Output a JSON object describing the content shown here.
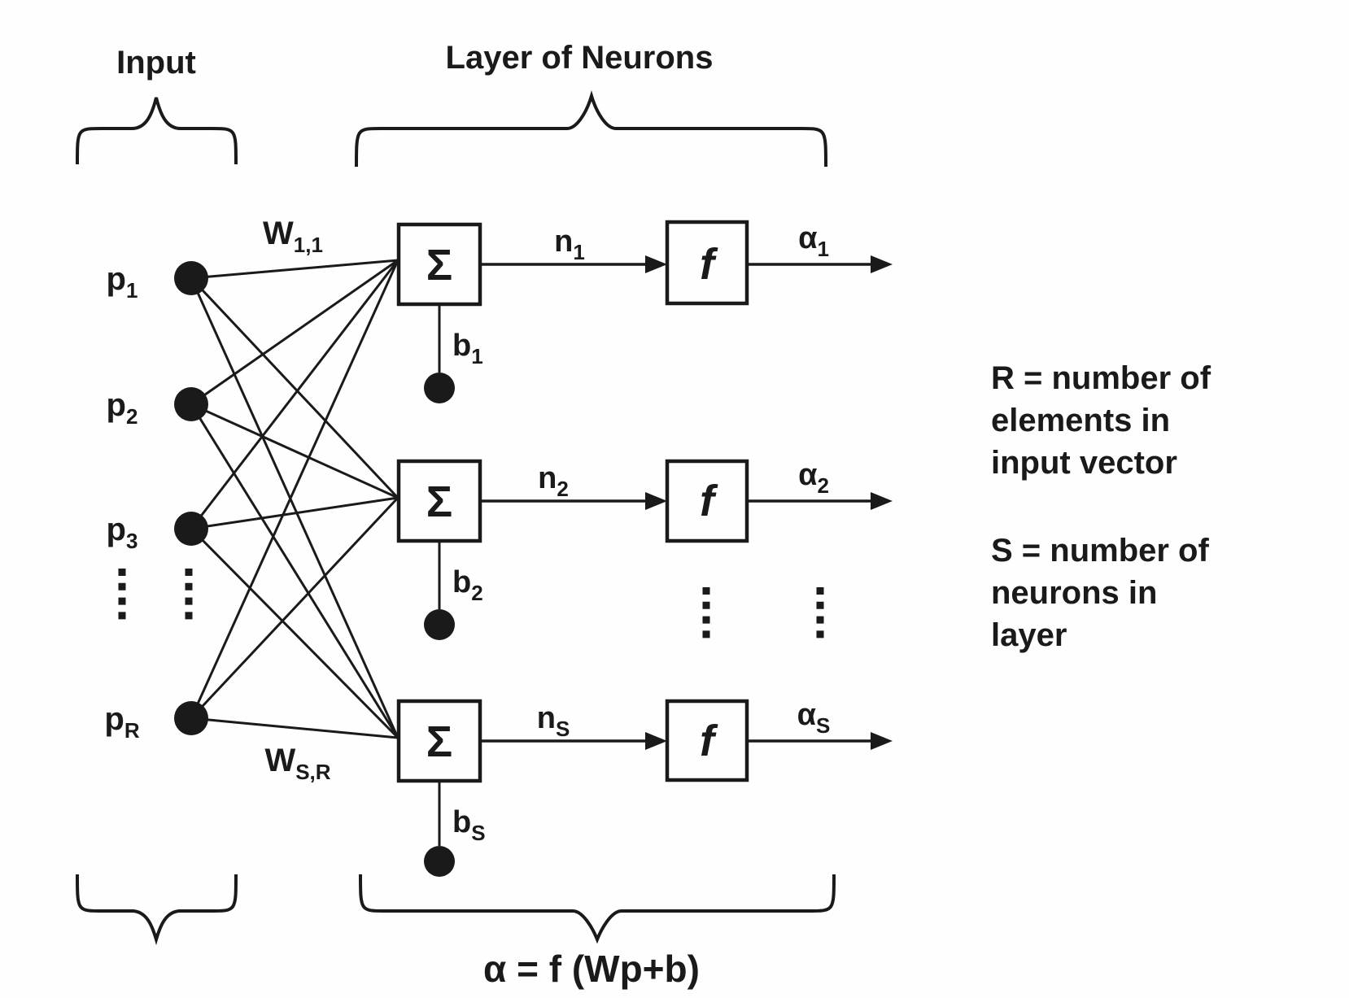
{
  "diagram": {
    "input_title": "Input",
    "layer_title": "Layer of Neurons",
    "formula": "α = f (Wp+b)",
    "weight_top": {
      "base": "W",
      "sub": "1,1"
    },
    "weight_bottom": {
      "base": "W",
      "sub": "S,R"
    },
    "inputs": [
      {
        "base": "p",
        "sub": "1"
      },
      {
        "base": "p",
        "sub": "2"
      },
      {
        "base": "p",
        "sub": "3"
      },
      {
        "base": "p",
        "sub": "R"
      }
    ],
    "neurons": [
      {
        "sum": "Σ",
        "tf": "f",
        "net": {
          "base": "n",
          "sub": "1"
        },
        "out": {
          "base": "α",
          "sub": "1"
        },
        "bias": {
          "base": "b",
          "sub": "1"
        }
      },
      {
        "sum": "Σ",
        "tf": "f",
        "net": {
          "base": "n",
          "sub": "2"
        },
        "out": {
          "base": "α",
          "sub": "2"
        },
        "bias": {
          "base": "b",
          "sub": "2"
        }
      },
      {
        "sum": "Σ",
        "tf": "f",
        "net": {
          "base": "n",
          "sub": "S"
        },
        "out": {
          "base": "α",
          "sub": "S"
        },
        "bias": {
          "base": "b",
          "sub": "S"
        }
      }
    ],
    "legend": {
      "r": [
        "R = number of",
        "elements in",
        "input vector"
      ],
      "s": [
        "S = number of",
        "neurons in",
        "layer"
      ]
    },
    "colors": {
      "ink": "#1a1a1a",
      "paper": "#fefefe"
    }
  }
}
